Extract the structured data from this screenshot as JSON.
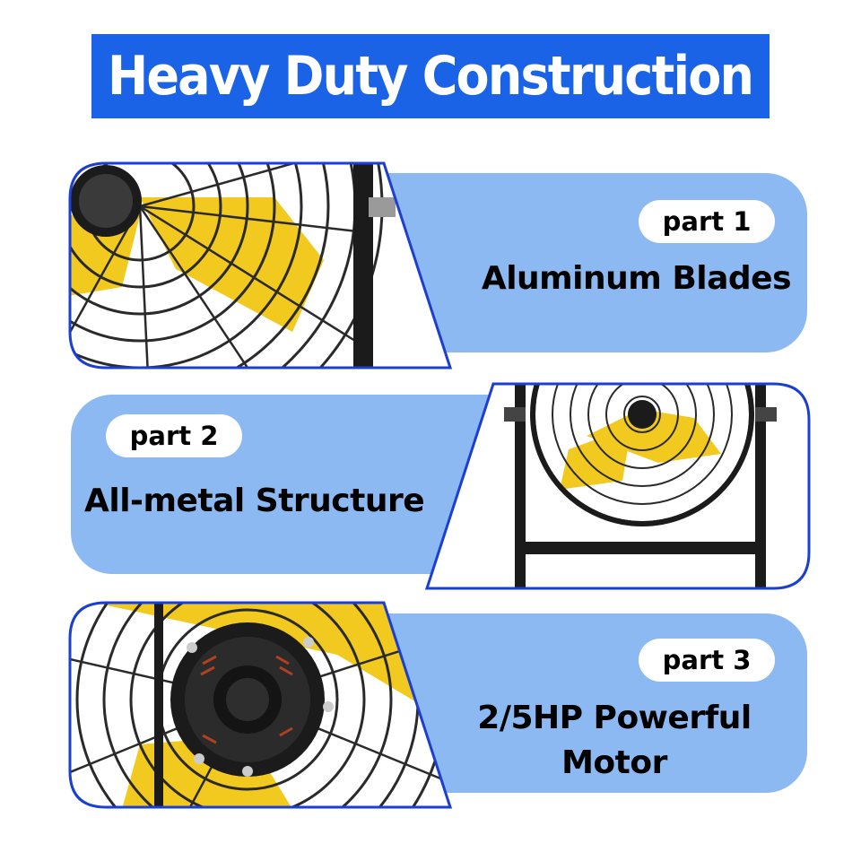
{
  "title": "Heavy Duty Construction",
  "parts": [
    {
      "label": "part 1",
      "feature": "Aluminum Blades"
    },
    {
      "label": "part 2",
      "feature": "All-metal Structure"
    },
    {
      "label": "part 3",
      "feature_line1": "2/5HP Powerful",
      "feature_line2": "Motor"
    }
  ],
  "colors": {
    "title_bg": "#1a63e6",
    "panel_bg": "#8db9f3",
    "border": "#1a3fd1",
    "blade_yellow": "#f2c91e",
    "metal_black": "#1b1b1b"
  }
}
